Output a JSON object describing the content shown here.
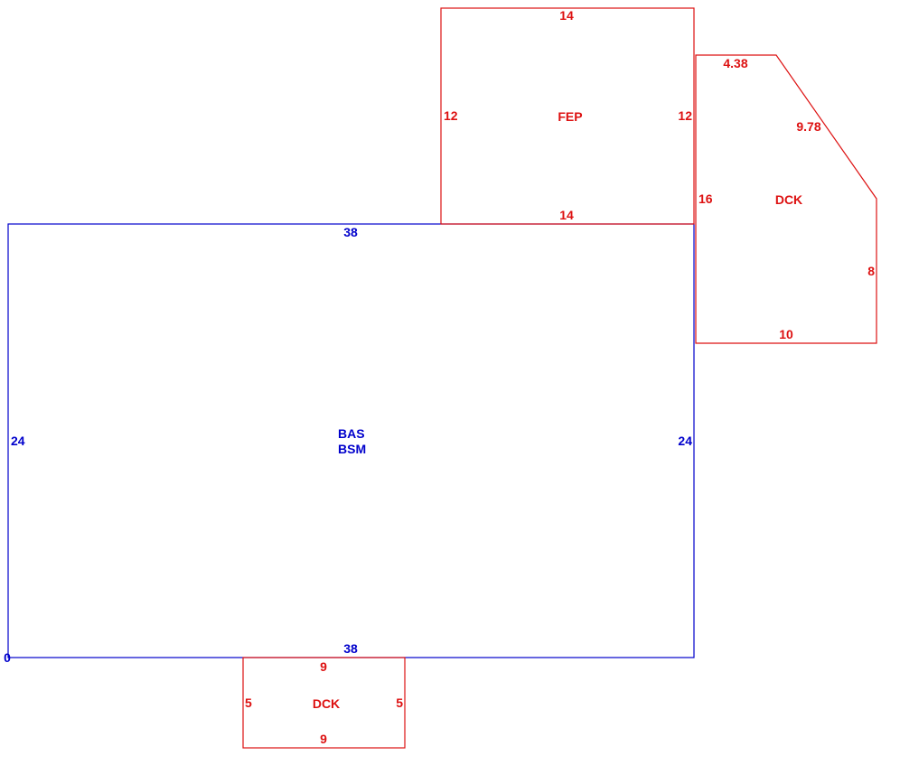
{
  "colors": {
    "main": "#0000cc",
    "addition": "#dd1111"
  },
  "origin_label": "0",
  "main": {
    "label_line1": "BAS",
    "label_line2": "BSM",
    "top": "38",
    "bottom": "38",
    "left": "24",
    "right": "24"
  },
  "fep": {
    "label": "FEP",
    "top": "14",
    "bottom": "14",
    "left": "12",
    "right": "12"
  },
  "deck_right": {
    "label": "DCK",
    "top": "4.38",
    "diagonal": "9.78",
    "left": "16",
    "right": "8",
    "bottom": "10"
  },
  "deck_bottom": {
    "label": "DCK",
    "top": "9",
    "bottom": "9",
    "left": "5",
    "right": "5"
  }
}
